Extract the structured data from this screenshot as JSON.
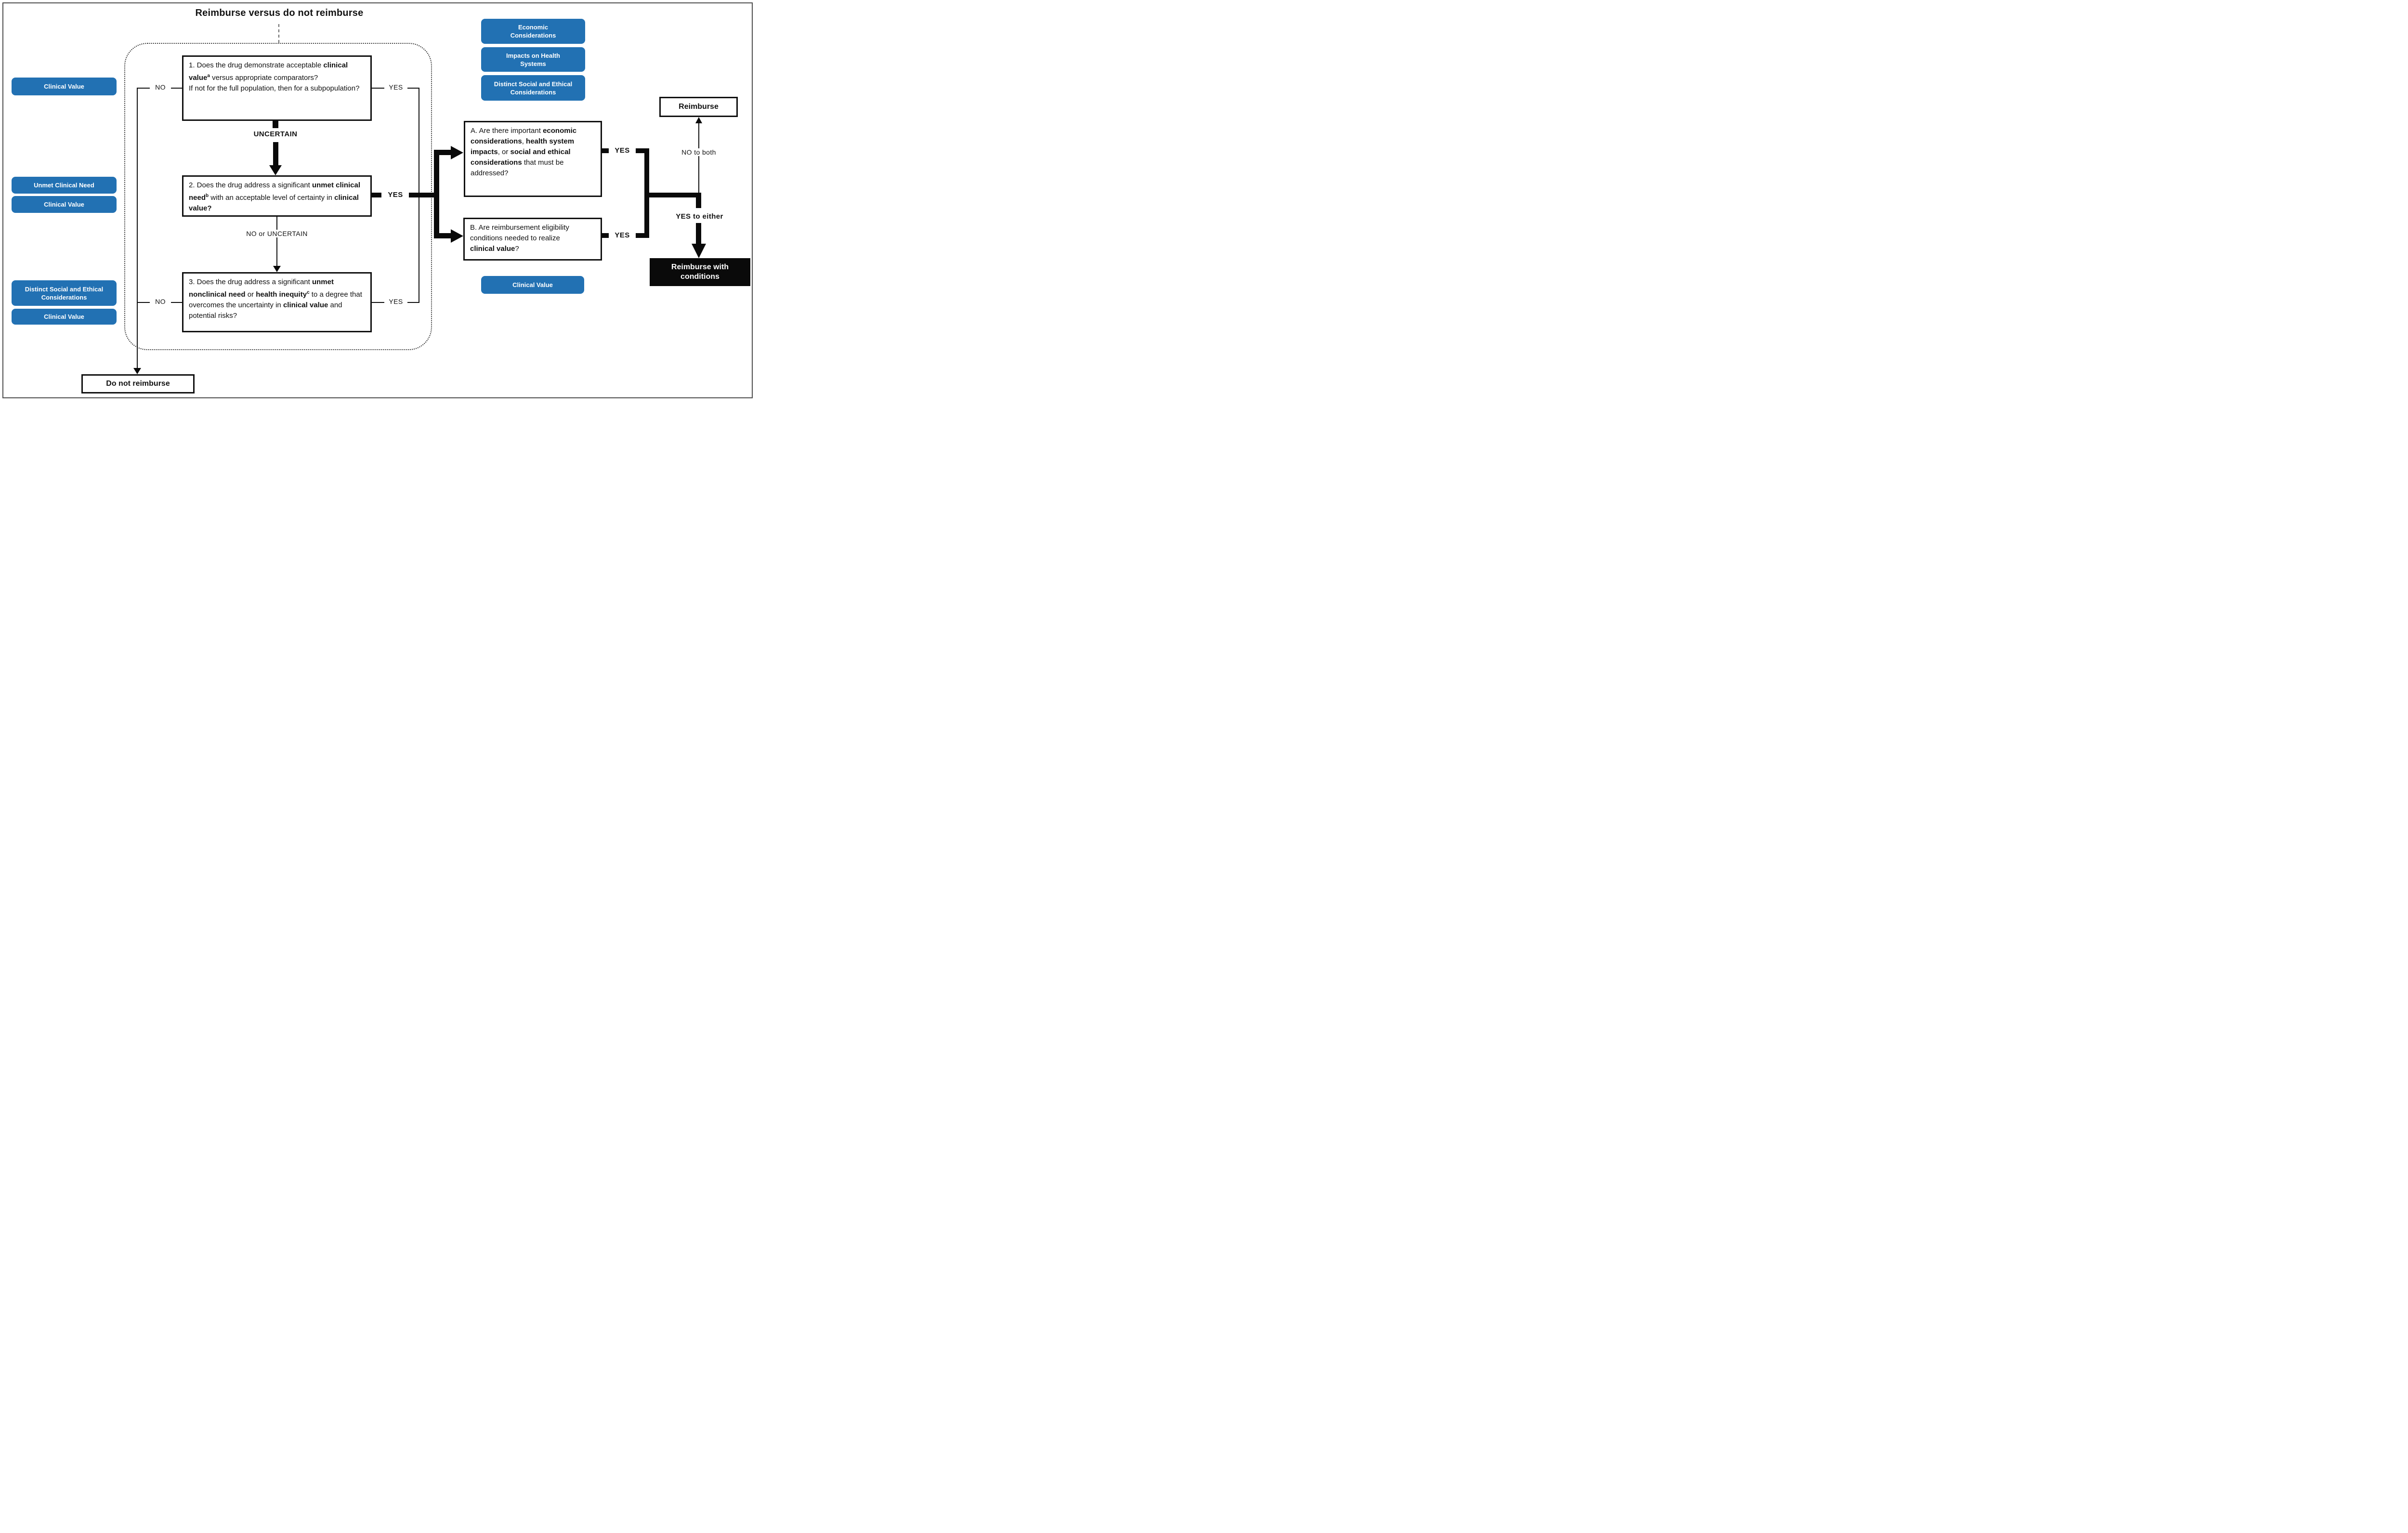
{
  "title": "Reimburse versus do not reimburse",
  "palette": {
    "blue": "#2271b3",
    "line": "#0a0a0a",
    "frame": "#4f4f4f"
  },
  "connectors": {
    "no": "NO",
    "yes": "YES",
    "uncertain": "UNCERTAIN",
    "no_or_uncertain": "NO or UNCERTAIN",
    "no_to_both": "NO to both",
    "yes_to_either": "YES to either"
  },
  "side_labels": {
    "clinical_value": "Clinical Value",
    "unmet_clinical_need": "Unmet Clinical Need",
    "distinct_social_ethical": "Distinct Social and Ethical Considerations",
    "economic": "Economic Considerations",
    "impacts_health_systems": "Impacts on Health Systems"
  },
  "questions": {
    "q1": {
      "s1": "1. Does the drug demonstrate acceptable ",
      "b1": "clinical value",
      "sup1": "a",
      "s2": " versus appropriate comparators?",
      "s3": "If not for the full population, then for a subpopulation?"
    },
    "q2": {
      "s1": "2. Does the drug address a significant ",
      "b1": "unmet clinical need",
      "sup1": "b",
      "s2": " with an acceptable level of certainty in ",
      "b2": "clinical value?"
    },
    "q3": {
      "s1": "3. Does the drug address a significant ",
      "b1": "unmet nonclinical need",
      "s2": " or ",
      "b2": "health inequity",
      "sup1": "c",
      "s3": " to a degree that overcomes the uncertainty in ",
      "b3": "clinical value",
      "s4": " and potential risks?"
    },
    "qa": {
      "s1": "A. Are there important ",
      "b1": "economic considerations",
      "s2": ", ",
      "b2": "health system impacts",
      "s3": ", or ",
      "b3": "social and ethical considerations",
      "s4": " that must be addressed?"
    },
    "qb": {
      "s1": "B. Are reimbursement eligibility conditions needed to realize ",
      "b1": "clinical value",
      "s2": "?"
    }
  },
  "outcomes": {
    "reimburse": "Reimburse",
    "do_not_reimburse": "Do not reimburse",
    "reimburse_with_conditions": "Reimburse with conditions"
  }
}
